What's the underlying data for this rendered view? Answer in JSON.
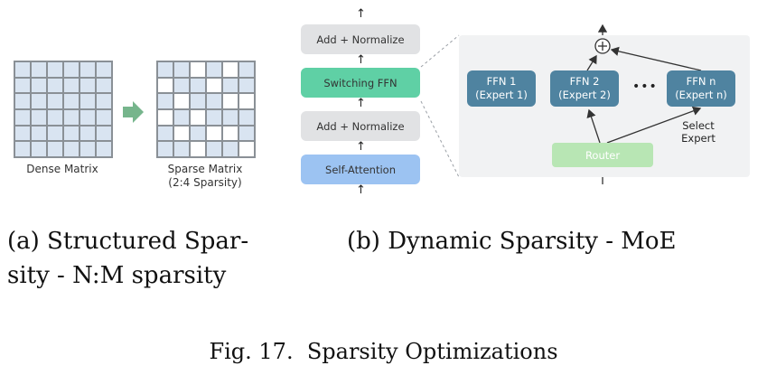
{
  "panel_a": {
    "dense_label": "Dense Matrix",
    "sparse_label_line1": "Sparse Matrix",
    "sparse_label_line2": "(2:4 Sparsity)",
    "caption_line1": "(a) Structured Spar-",
    "caption_line2": "sity - N:M sparsity",
    "dense_color": "#d9e4f1",
    "sparse_pattern": [
      [
        1,
        1,
        0,
        1,
        0,
        1
      ],
      [
        0,
        1,
        1,
        0,
        1,
        1
      ],
      [
        1,
        0,
        1,
        1,
        0,
        0
      ],
      [
        0,
        1,
        0,
        1,
        1,
        1
      ],
      [
        1,
        0,
        1,
        0,
        0,
        1
      ],
      [
        1,
        1,
        0,
        1,
        1,
        0
      ]
    ]
  },
  "panel_b": {
    "transformer_blocks": [
      {
        "label": "Add + Normalize",
        "color": "#e1e2e4"
      },
      {
        "label": "Switching FFN",
        "color": "#5fd0a5"
      },
      {
        "label": "Add + Normalize",
        "color": "#e1e2e4"
      },
      {
        "label": "Self-Attention",
        "color": "#9cc3f2"
      }
    ],
    "experts": [
      {
        "line1": "FFN 1",
        "line2": "(Expert 1)"
      },
      {
        "line1": "FFN 2",
        "line2": "(Expert 2)"
      },
      {
        "line1": "FFN n",
        "line2": "(Expert n)"
      }
    ],
    "ellipsis": "•••",
    "plus_symbol": "+",
    "router_label": "Router",
    "router_color": "#b8e6b4",
    "select_expert_line1": "Select",
    "select_expert_line2": "Expert",
    "caption": "(b) Dynamic Sparsity - MoE"
  },
  "figure_caption": "Fig. 17.  Sparsity Optimizations"
}
